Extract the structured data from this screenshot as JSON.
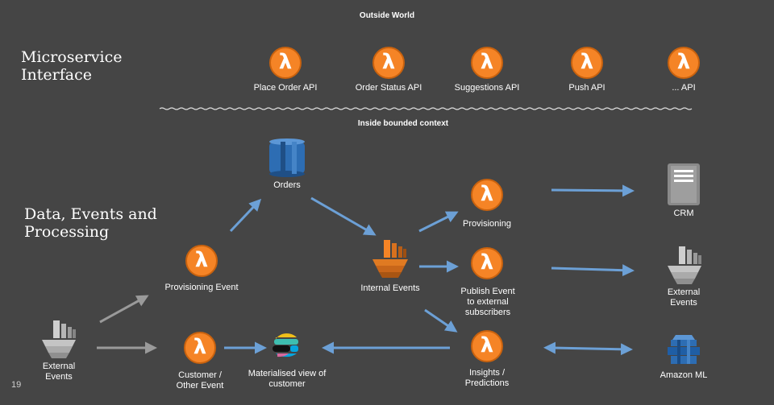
{
  "top_title": "Outside World",
  "microservice_heading": "Microservice\nInterface",
  "inside_title": "Inside bounded context",
  "data_heading": "Data, Events and\nProcessing",
  "apis": [
    {
      "label": "Place Order API"
    },
    {
      "label": "Order Status API"
    },
    {
      "label": "Suggestions API"
    },
    {
      "label": "Push API"
    },
    {
      "label": "... API"
    }
  ],
  "nodes": {
    "orders": "Orders",
    "provisioning": "Provisioning",
    "crm": "CRM",
    "provisioning_event": "Provisioning Event",
    "internal_events": "Internal Events",
    "publish_event": "Publish Event\nto external\nsubscribers",
    "external_events_right": "External\nEvents",
    "external_events_left": "External\nEvents",
    "customer_event": "Customer /\nOther Event",
    "materialised_view": "Materialised view of\ncustomer",
    "insights": "Insights /\nPredictions",
    "amazon_ml": "Amazon ML"
  },
  "icons": {
    "lambda": "lambda-icon",
    "database": "database-icon",
    "kinesis": "kinesis-stream-icon",
    "server": "server-icon",
    "elasticsearch": "elasticsearch-icon",
    "ml": "machine-learning-icon"
  },
  "colors": {
    "background": "#454545",
    "lambda": "#f58426",
    "arrow_blue": "#6ca0d6",
    "arrow_grey": "#9a9a9a"
  },
  "page_number": "19"
}
